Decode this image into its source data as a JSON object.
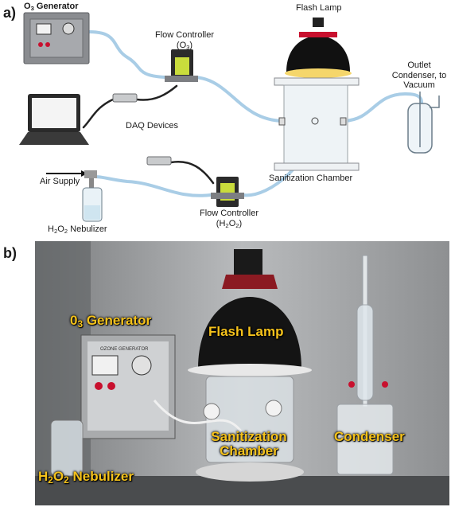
{
  "panel_a": {
    "letter": "a)",
    "o3_generator": {
      "pre": "O",
      "sub": "3",
      "post": " Generator"
    },
    "flash_lamp": "Flash Lamp",
    "flow_controller_o3": {
      "line1": "Flow Controller",
      "line2": "(O",
      "sub": "3",
      "post": ")"
    },
    "outlet": {
      "line1": "Outlet",
      "line2": "Condenser, to",
      "line3": "Vacuum"
    },
    "daq": "DAQ Devices",
    "air_supply": "Air Supply",
    "sanitization_chamber": "Sanitization Chamber",
    "h2o2_nebulizer": {
      "p1": "H",
      "s1": "2",
      "p2": "O",
      "s2": "2",
      "p3": " Nebulizer"
    },
    "flow_controller_h2o2": {
      "line1": "Flow Controller",
      "p1": "(H",
      "s1": "2",
      "p2": "O",
      "s2": "2",
      "p3": ")"
    }
  },
  "panel_b": {
    "letter": "b)",
    "o3_generator": {
      "pre": "0",
      "sub": "3",
      "post": " Generator"
    },
    "flash_lamp": "Flash Lamp",
    "sanitization": "Sanitization",
    "chamber": "Chamber",
    "condenser": "Condenser",
    "h2o2_nebulizer": {
      "p1": "H",
      "s1": "2",
      "p2": "O",
      "s2": "2",
      "p3": " Nebulizer"
    },
    "ozone_panel_text": "OZONE GENERATOR"
  },
  "colors": {
    "tubing": "#a9cde6",
    "label_yellow": "#f5c21b",
    "lamp_band": "#c8102e",
    "fc_green": "#c9dc3c"
  }
}
